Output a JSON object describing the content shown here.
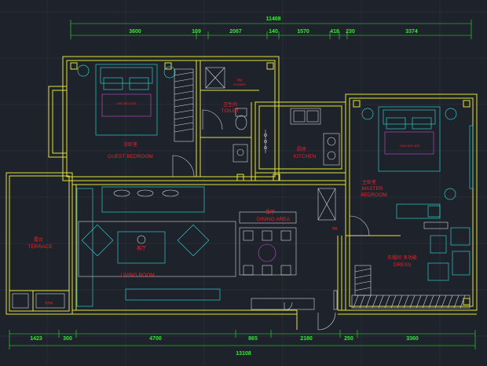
{
  "dimensions": {
    "top_total": "11408",
    "top_segments": [
      "3600",
      "109",
      "2067",
      "140",
      "1570",
      "418",
      "230",
      "3374"
    ],
    "bottom_total": "13108",
    "bottom_segments": [
      "1423",
      "300",
      "4700",
      "865",
      "2180",
      "250",
      "3360"
    ]
  },
  "rooms": {
    "guest_bedroom": {
      "cn": "次卧室",
      "en": "GUEST BEDROOM"
    },
    "toilet": {
      "cn": "卫生间",
      "en": "TOILET"
    },
    "shower": {
      "cn": "淋浴",
      "en": "SHOWER"
    },
    "kitchen": {
      "cn": "厨房",
      "en": "KITCHEN"
    },
    "master_bedroom": {
      "cn": "主卧室",
      "en": "MASTER BEDROOM"
    },
    "terrace": {
      "cn": "露台",
      "en": "TERRACE"
    },
    "dining_area": {
      "cn": "餐厅",
      "en": "DINING AREA"
    },
    "living_room": {
      "cn": "客厅",
      "en": "LIVING ROOM"
    },
    "dress": {
      "cn": "衣帽间 多功能",
      "en": "DRESS"
    },
    "laundry": {
      "cn": "洗衣间"
    },
    "storage": {
      "cn": "储藏"
    }
  },
  "furniture_labels": {
    "guest_bed": "KING BED SIZE",
    "master_bed": "KING BED SIZE"
  },
  "colors": {
    "background": "#1d222b",
    "walls": "#e3e23a",
    "furniture": "#2fc7c7",
    "text_red": "#e8262a",
    "dimension_green": "#34e834"
  }
}
